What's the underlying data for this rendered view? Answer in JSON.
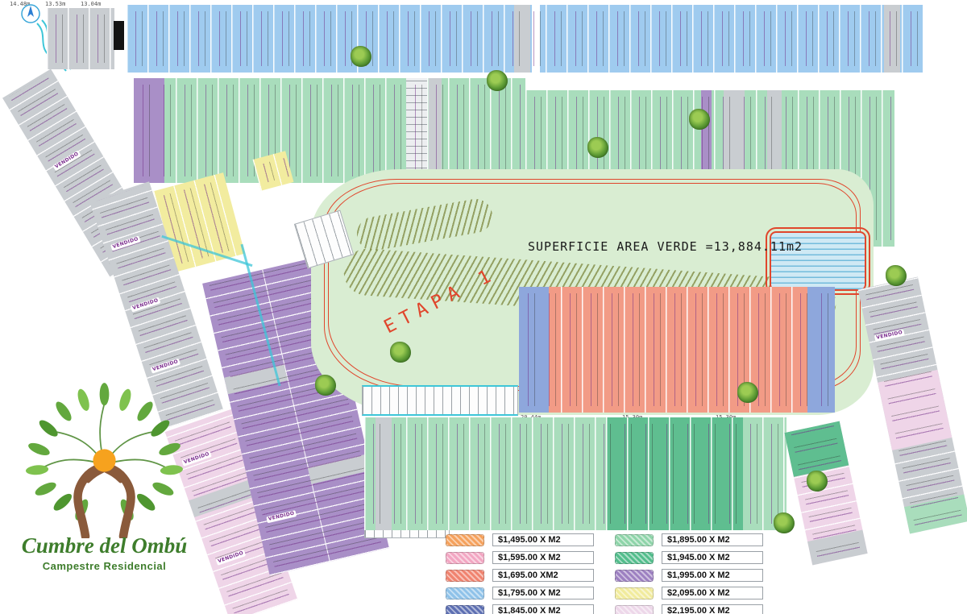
{
  "logo": {
    "title": "Cumbre del Ombú",
    "subtitle": "Campestre Residencial"
  },
  "area": {
    "label": "SUPERFICIE AREA VERDE =13,884.11m2"
  },
  "etapa": {
    "label": "ETAPA 1"
  },
  "labels": {
    "vendido": "VENDIDO"
  },
  "dims": [
    "14.48m",
    "13.53m",
    "13.04m",
    "20.44m",
    "15.30m",
    "15.30m"
  ],
  "legend": {
    "left": [
      {
        "color": "#F5A15C",
        "label": "$1,495.00 X M2"
      },
      {
        "color": "#F2A6C2",
        "label": "$1,595.00 X M2"
      },
      {
        "color": "#F0836F",
        "label": "$1,695.00 XM2"
      },
      {
        "color": "#8FC2E9",
        "label": "$1,795.00 X M2"
      },
      {
        "color": "#5D6FB2",
        "label": "$1,845.00 X M2"
      }
    ],
    "right": [
      {
        "color": "#8ED4A9",
        "label": "$1,895.00 X M2"
      },
      {
        "color": "#52BD8C",
        "label": "$1,945.00 X M2"
      },
      {
        "color": "#9D80C1",
        "label": "$1,995.00 X M2"
      },
      {
        "color": "#F1EB9D",
        "label": "$2,095.00 X M2"
      },
      {
        "color": "#EDD7E9",
        "label": "$2,195.00 X M2"
      }
    ]
  },
  "map_colors": {
    "blue": "#9FCBEF",
    "green": "#A9DDBC",
    "teal": "#5FBE90",
    "salmon": "#F29B86",
    "purple": "#A98FC7",
    "yellow": "#F2EC9F",
    "gray": "#C9CDD1",
    "pink": "#EFD5E8",
    "periwinkle": "#8EA7DC",
    "black": "#141414",
    "area_green": "#D9EDD2",
    "road_red": "#E0462C",
    "water": "#3EC6D8"
  }
}
